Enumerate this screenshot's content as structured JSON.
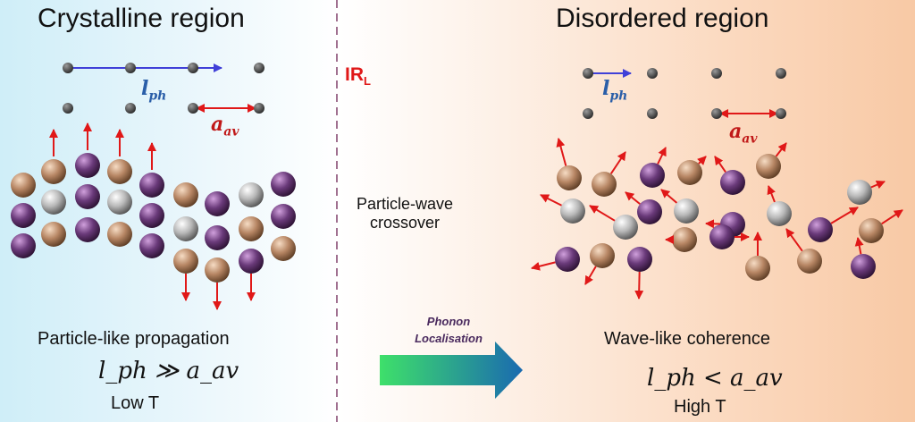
{
  "left": {
    "title": "Crystalline region",
    "propagation": "Particle-like propagation",
    "relation": "l_ph ≫ a_av",
    "temperature": "Low T"
  },
  "right": {
    "title": "Disordered region",
    "propagation": "Wave-like coherence",
    "relation": "l_ph < a_av",
    "temperature": "High T"
  },
  "middle": {
    "ir_label": "IR",
    "ir_sub": "L",
    "crossover": "Particle-wave crossover",
    "arrow_label": "Phonon Localisation"
  },
  "symbols": {
    "lph_main": "l",
    "lph_sub": "ph",
    "aav_main": "a",
    "aav_sub": "av"
  },
  "colors": {
    "purple_atom": "#6a3a7a",
    "tan_atom": "#b78664",
    "silver_atom": "#b8b8b8",
    "arrow_red": "#e01818",
    "mfp_blue": "#4040d8",
    "divider": "#a07090",
    "ir_red": "#e01818",
    "big_arrow_start": "#3ee06a",
    "big_arrow_end": "#1a6ab0"
  }
}
